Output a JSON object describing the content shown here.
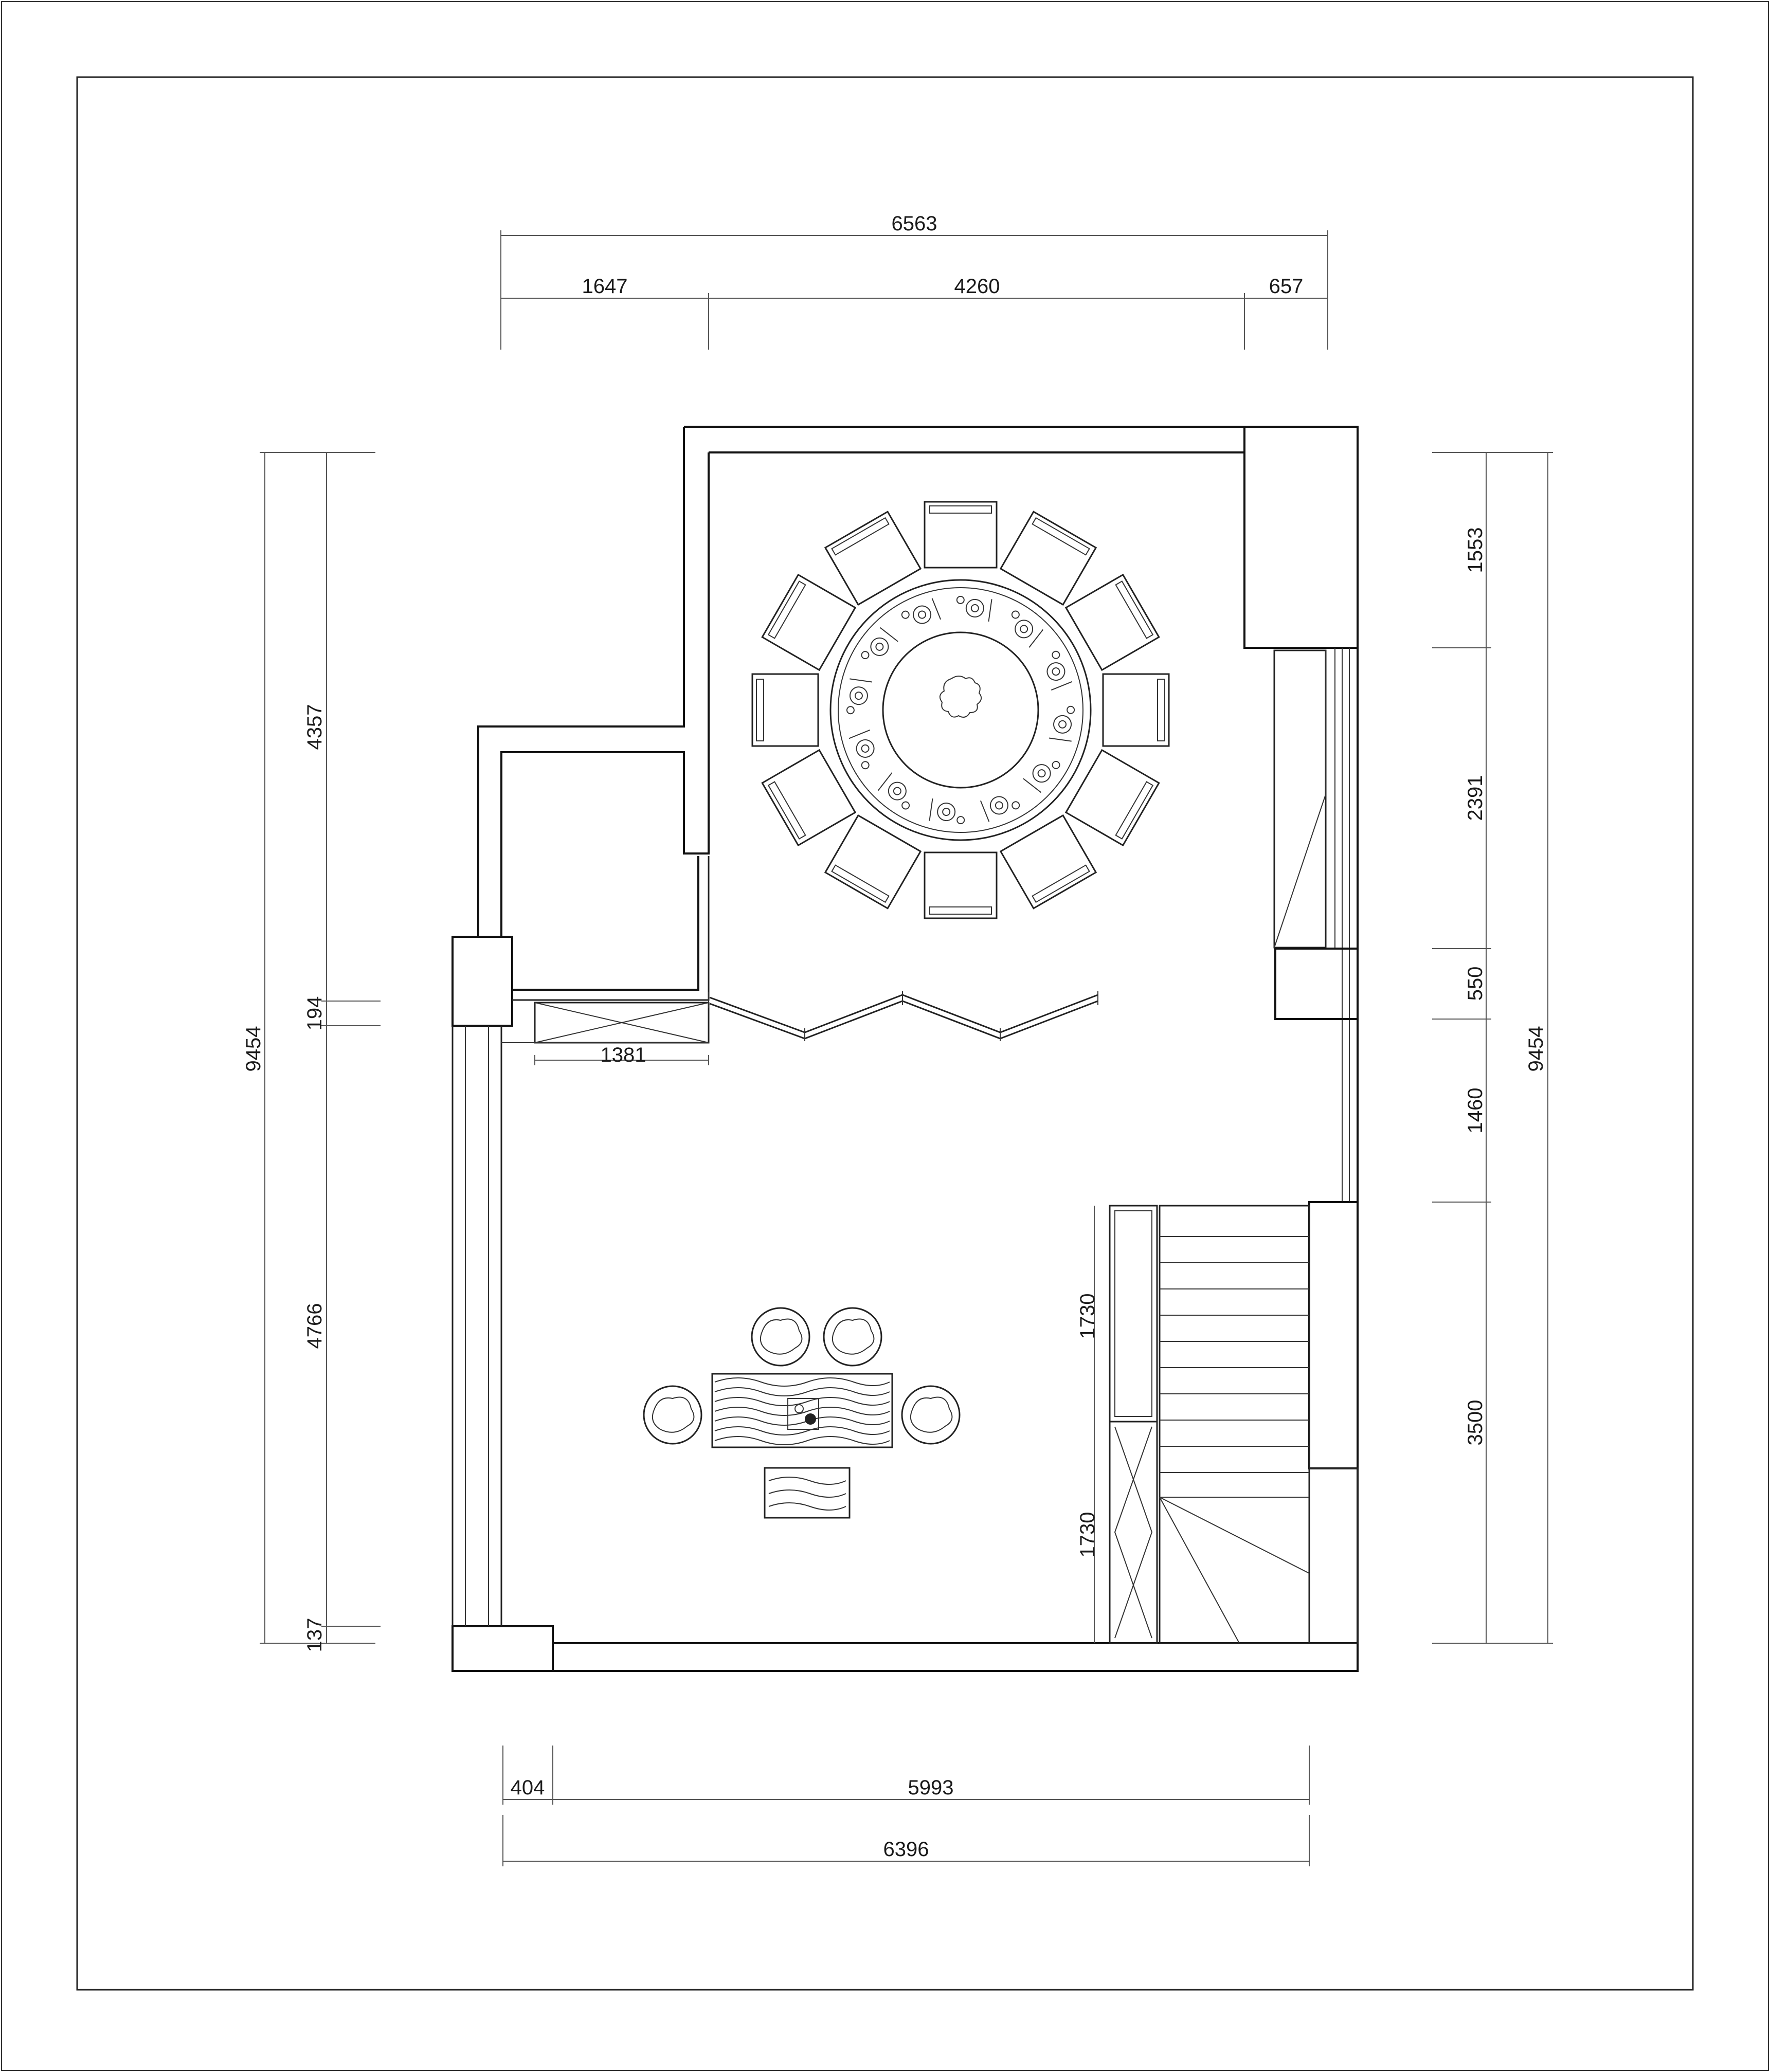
{
  "dimensions": {
    "top": {
      "total": "6563",
      "segments": [
        "1647",
        "4260",
        "657"
      ]
    },
    "bottom": {
      "total": "6396",
      "segments": [
        "404",
        "5993"
      ]
    },
    "left": {
      "total": "9454",
      "segments": [
        "4357",
        "194",
        "4766",
        "137"
      ]
    },
    "right": {
      "total": "9454",
      "segments": [
        "1553",
        "2391",
        "550",
        "1460",
        "3500"
      ]
    },
    "interior": {
      "cabinet_width": "1381",
      "cabinet_upper": "1730",
      "cabinet_lower": "1730"
    }
  }
}
